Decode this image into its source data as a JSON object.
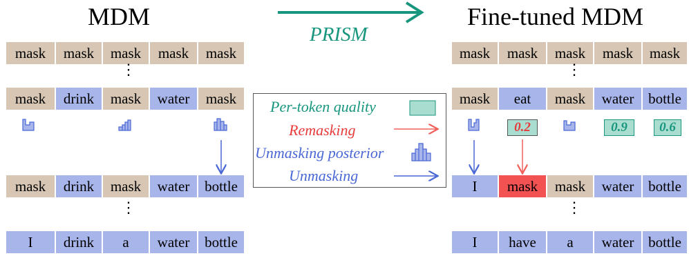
{
  "titles": {
    "left": "MDM",
    "right": "Fine-tuned MDM"
  },
  "method": "PRISM",
  "legend": {
    "quality": "Per-token quality",
    "remasking": "Remasking",
    "posterior": "Unmasking posterior",
    "unmasking": "Unmasking"
  },
  "left_rows": [
    [
      "mask",
      "mask",
      "mask",
      "mask",
      "mask"
    ],
    [
      "mask",
      "drink",
      "mask",
      "water",
      "mask"
    ],
    [
      "mask",
      "drink",
      "mask",
      "water",
      "bottle"
    ],
    [
      "I",
      "drink",
      "a",
      "water",
      "bottle"
    ]
  ],
  "right_rows": [
    [
      "mask",
      "mask",
      "mask",
      "mask",
      "mask"
    ],
    [
      "mask",
      "eat",
      "mask",
      "water",
      "bottle"
    ],
    [
      "I",
      "mask",
      "mask",
      "water",
      "bottle"
    ],
    [
      "I",
      "have",
      "a",
      "water",
      "bottle"
    ]
  ],
  "quality_scores": {
    "eat": "0.2",
    "water": "0.9",
    "bottle": "0.6"
  },
  "colors": {
    "mask": "#d6c6b3",
    "unmasked": "#a7b5ea",
    "remasked": "#f25252",
    "prism": "#17967d",
    "remask_arrow": "#f0605a",
    "unmask_arrow": "#4a67d6"
  }
}
